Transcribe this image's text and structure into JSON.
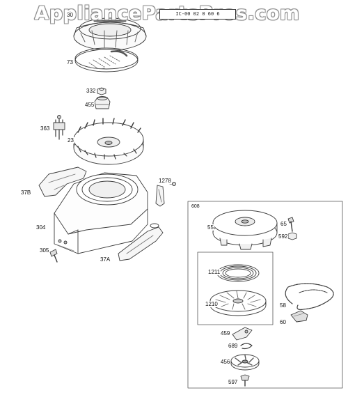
{
  "watermark": "AppliancePartsPros.com",
  "reference_code": "IC-00 02 0 60 6",
  "labels": {
    "p30": "30",
    "p73": "73",
    "p332": "332",
    "p455": "455",
    "p363": "363",
    "p23": "23",
    "p1278": "1278",
    "p37B": "37B",
    "p304": "304",
    "p305": "305",
    "p37A": "37A",
    "p608": "608",
    "p55": "55",
    "p65": "65",
    "p592": "592",
    "p1211": "1211",
    "p1210": "1210",
    "p58": "58",
    "p60": "60",
    "p459": "459",
    "p689": "689",
    "p456": "456",
    "p597": "597"
  }
}
